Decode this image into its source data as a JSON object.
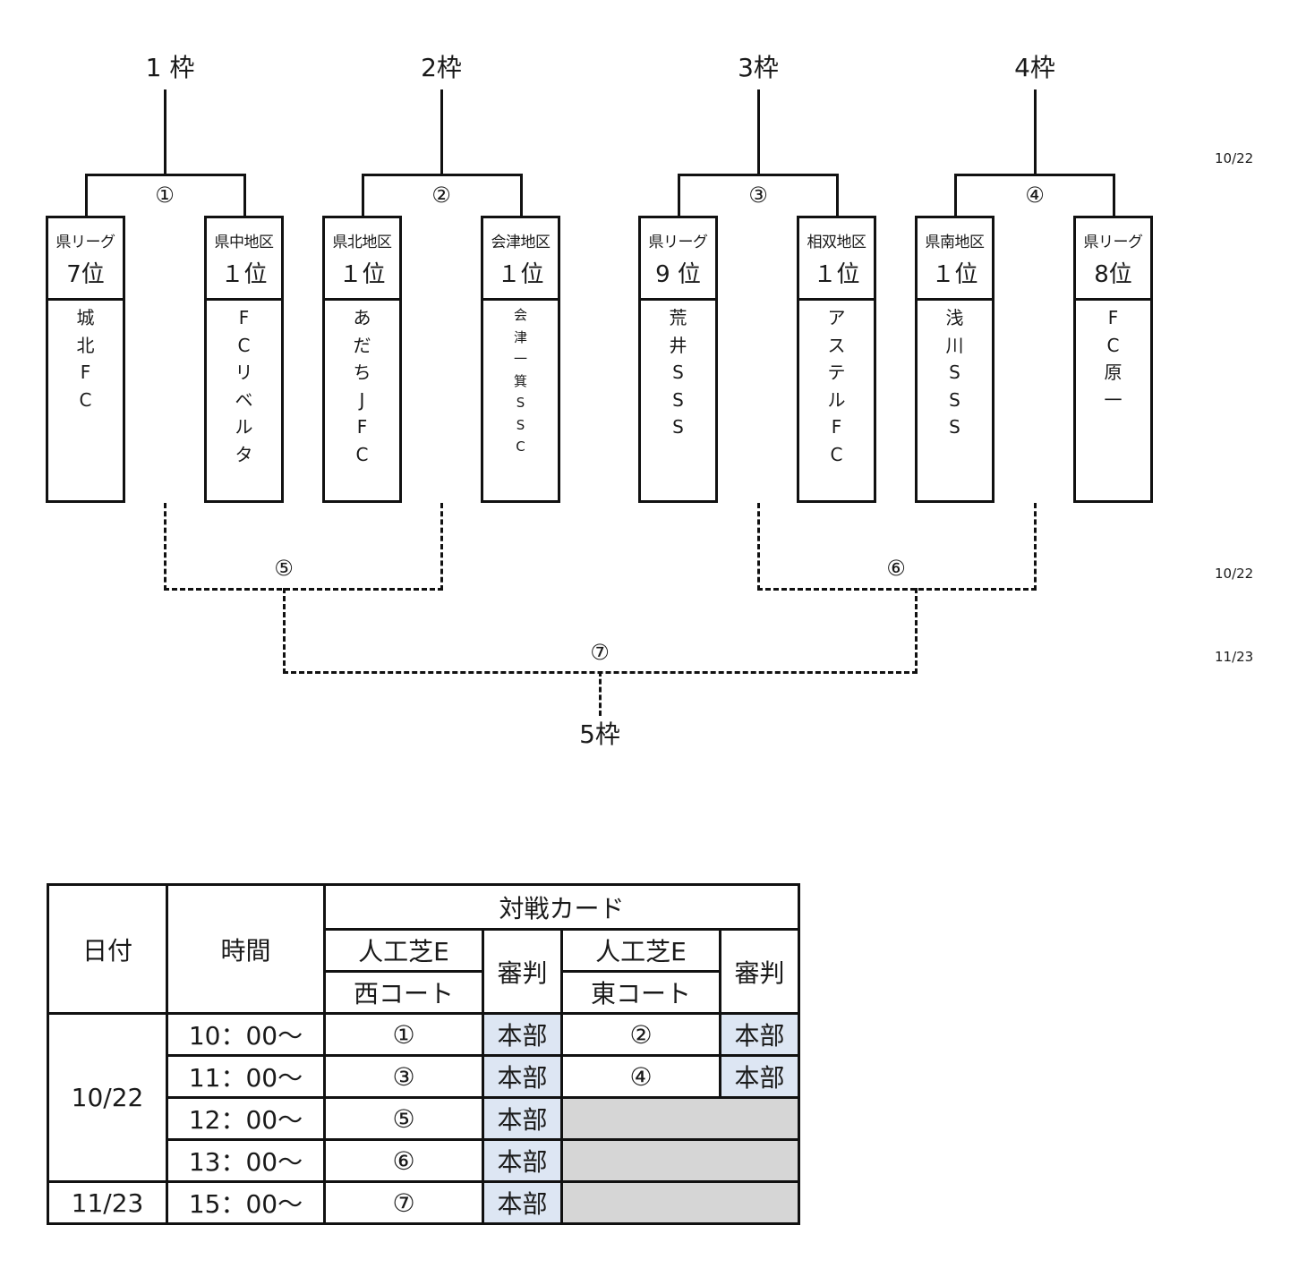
{
  "bracket": {
    "frames": [
      {
        "label": "1 枠"
      },
      {
        "label": "2枠"
      },
      {
        "label": "3枠"
      },
      {
        "label": "4枠"
      }
    ],
    "final_frame": {
      "label": "5枠"
    },
    "matches": {
      "m1": "①",
      "m2": "②",
      "m3": "③",
      "m4": "④",
      "m5": "⑤",
      "m6": "⑥",
      "m7": "⑦"
    },
    "teams": [
      {
        "league": "県リーグ",
        "rank": "7位",
        "name_chars": [
          "城",
          "北",
          "F",
          "C"
        ]
      },
      {
        "league": "県中地区",
        "rank": "１位",
        "name_chars": [
          "F",
          "C",
          "リ",
          "ベ",
          "ル",
          "タ"
        ]
      },
      {
        "league": "県北地区",
        "rank": "１位",
        "name_chars": [
          "あ",
          "だ",
          "ち",
          "J",
          "F",
          "C"
        ]
      },
      {
        "league": "会津地区",
        "rank": "１位",
        "name_chars": [
          "会",
          "津",
          "一",
          "箕",
          "S",
          "S",
          "C"
        ]
      },
      {
        "league": "県リーグ",
        "rank": "9 位",
        "name_chars": [
          "荒",
          "井",
          "S",
          "S",
          "S"
        ]
      },
      {
        "league": "相双地区",
        "rank": "１位",
        "name_chars": [
          "ア",
          "ス",
          "テ",
          "ル",
          "F",
          "C"
        ]
      },
      {
        "league": "県南地区",
        "rank": "１位",
        "name_chars": [
          "浅",
          "川",
          "S",
          "S",
          "S"
        ]
      },
      {
        "league": "県リーグ",
        "rank": "8位",
        "name_chars": [
          "F",
          "C",
          "原",
          "一"
        ]
      }
    ],
    "side_dates": {
      "round1": "10/22",
      "round2": "10/22",
      "final": "11/23"
    }
  },
  "schedule": {
    "headers": {
      "date": "日付",
      "time": "時間",
      "matchups": "対戦カード",
      "west_field": "人工芝E",
      "west_court": "西コート",
      "referee_west": "審判",
      "east_field": "人工芝E",
      "east_court": "東コート",
      "referee_east": "審判"
    },
    "rows": [
      {
        "date": "10/22",
        "time": "10：00～",
        "west_match": "①",
        "west_ref": "本部",
        "east_match": "②",
        "east_ref": "本部"
      },
      {
        "date": "10/22",
        "time": "11：00～",
        "west_match": "③",
        "west_ref": "本部",
        "east_match": "④",
        "east_ref": "本部"
      },
      {
        "date": "10/22",
        "time": "12：00～",
        "west_match": "⑤",
        "west_ref": "本部",
        "east_match": "",
        "east_ref": ""
      },
      {
        "date": "10/22",
        "time": "13：00～",
        "west_match": "⑥",
        "west_ref": "本部",
        "east_match": "",
        "east_ref": ""
      },
      {
        "date": "11/23",
        "time": "15：00～",
        "west_match": "⑦",
        "west_ref": "本部",
        "east_match": "",
        "east_ref": ""
      }
    ],
    "colors": {
      "referee_cell": "#dde6f3",
      "unused_cell": "#d6d6d6"
    }
  }
}
